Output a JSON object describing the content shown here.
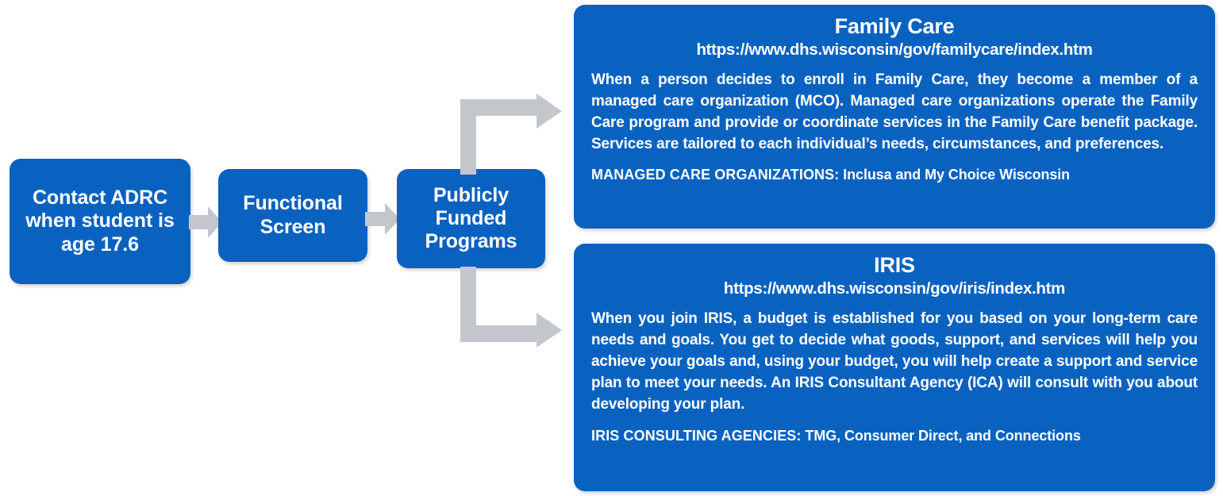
{
  "diagram": {
    "title": "Publicly funded long-term care program flow",
    "colors": {
      "primary_blue": "#0A62C0",
      "arrow_gray": "#C3C7CB",
      "text_white": "#FFFFFF",
      "background": "#FFFFFF"
    }
  },
  "flow": {
    "steps": [
      {
        "id": "contact-adrc",
        "label": "Contact ADRC when student is age 17.6"
      },
      {
        "id": "functional-screen",
        "label": "Functional Screen"
      },
      {
        "id": "publicly-funded",
        "label": "Publicly Funded Programs"
      }
    ]
  },
  "panels": [
    {
      "id": "family-care",
      "title": "Family Care",
      "url": "https://www.dhs.wisconsin/gov/familycare/index.htm",
      "body": "When a person decides to enroll in Family Care, they become a member of a managed care organization (MCO). Managed care organizations operate the Family Care program and provide or coordinate services in the Family Care benefit package. Services are tailored to each individual’s needs, circumstances, and preferences.",
      "footnote_label": "MANAGED CARE ORGANIZATIONS:",
      "footnote_value": "Inclusa and My Choice Wisconsin"
    },
    {
      "id": "iris",
      "title": "IRIS",
      "url": "https://www.dhs.wisconsin/gov/iris/index.htm",
      "body": "When you join IRIS, a budget is established for you based on your long-term care needs and goals. You get to decide what goods, support, and services will help you achieve your goals and, using your budget, you will help create a support and service plan to meet your needs. An IRIS Consultant Agency (ICA) will consult with you about developing your plan.",
      "footnote_label": "IRIS CONSULTING AGENCIES:",
      "footnote_value": "TMG, Consumer Direct, and Connections"
    }
  ],
  "connectors": [
    {
      "id": "adrc-to-screen",
      "type": "arrow-right"
    },
    {
      "id": "screen-to-funded",
      "type": "arrow-right"
    },
    {
      "id": "funded-branch",
      "type": "branch-split-right"
    }
  ]
}
